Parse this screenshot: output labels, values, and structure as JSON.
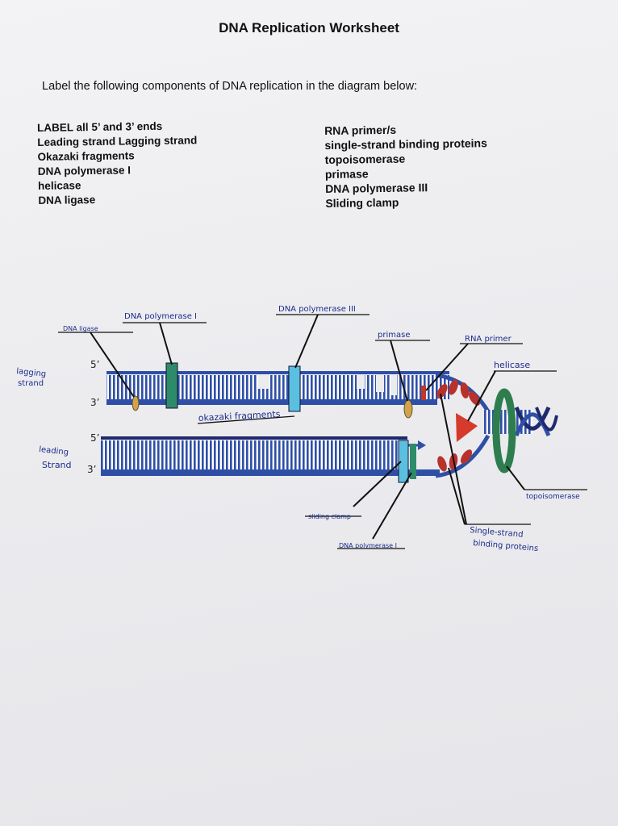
{
  "worksheet": {
    "title": "DNA Replication Worksheet",
    "instruction": "Label the following components of DNA replication in the diagram below:",
    "terms_left": [
      "LABEL all 5’ and 3’ ends",
      "Leading strand Lagging strand",
      "Okazaki fragments",
      "DNA polymerase I",
      "helicase",
      "DNA ligase"
    ],
    "terms_right": [
      "RNA primer/s",
      "single-strand binding proteins",
      "topoisomerase",
      "primase",
      "DNA polymerase III",
      "Sliding clamp"
    ]
  },
  "diagram": {
    "labels": {
      "dna_ligase": "DNA ligase",
      "dna_pol_1_top": "DNA polymerase I",
      "dna_pol_3": "DNA polymerase III",
      "primase": "primase",
      "rna_primer": "RNA primer",
      "helicase": "helicase",
      "lagging_1": "lagging",
      "lagging_2": "strand",
      "leading_1": "leading",
      "leading_2": "Strand",
      "okazaki": "okazaki fragments",
      "topoisomerase": "topoisomerase",
      "sliding_clamp": "sliding clamp",
      "dna_pol_1_bottom": "DNA polymerase I",
      "ssb_1": "Single-strand",
      "ssb_2": "binding proteins"
    },
    "ends": {
      "top_5": "5’",
      "top_3": "3’",
      "bottom_5": "5’",
      "bottom_3": "3’"
    },
    "colors": {
      "strand_blue": "#2f4fa6",
      "strand_dark": "#1f2a6e",
      "pol1_green": "#2e8b6a",
      "pol3_cyan": "#5bc0e0",
      "primer_red": "#c0392b",
      "primase_tan": "#d4a24a",
      "ssb_red": "#b8322c",
      "helicase_red": "#d63a2a",
      "topo_green": "#2e7d4f",
      "label_ink": "#1c2c8a"
    }
  }
}
